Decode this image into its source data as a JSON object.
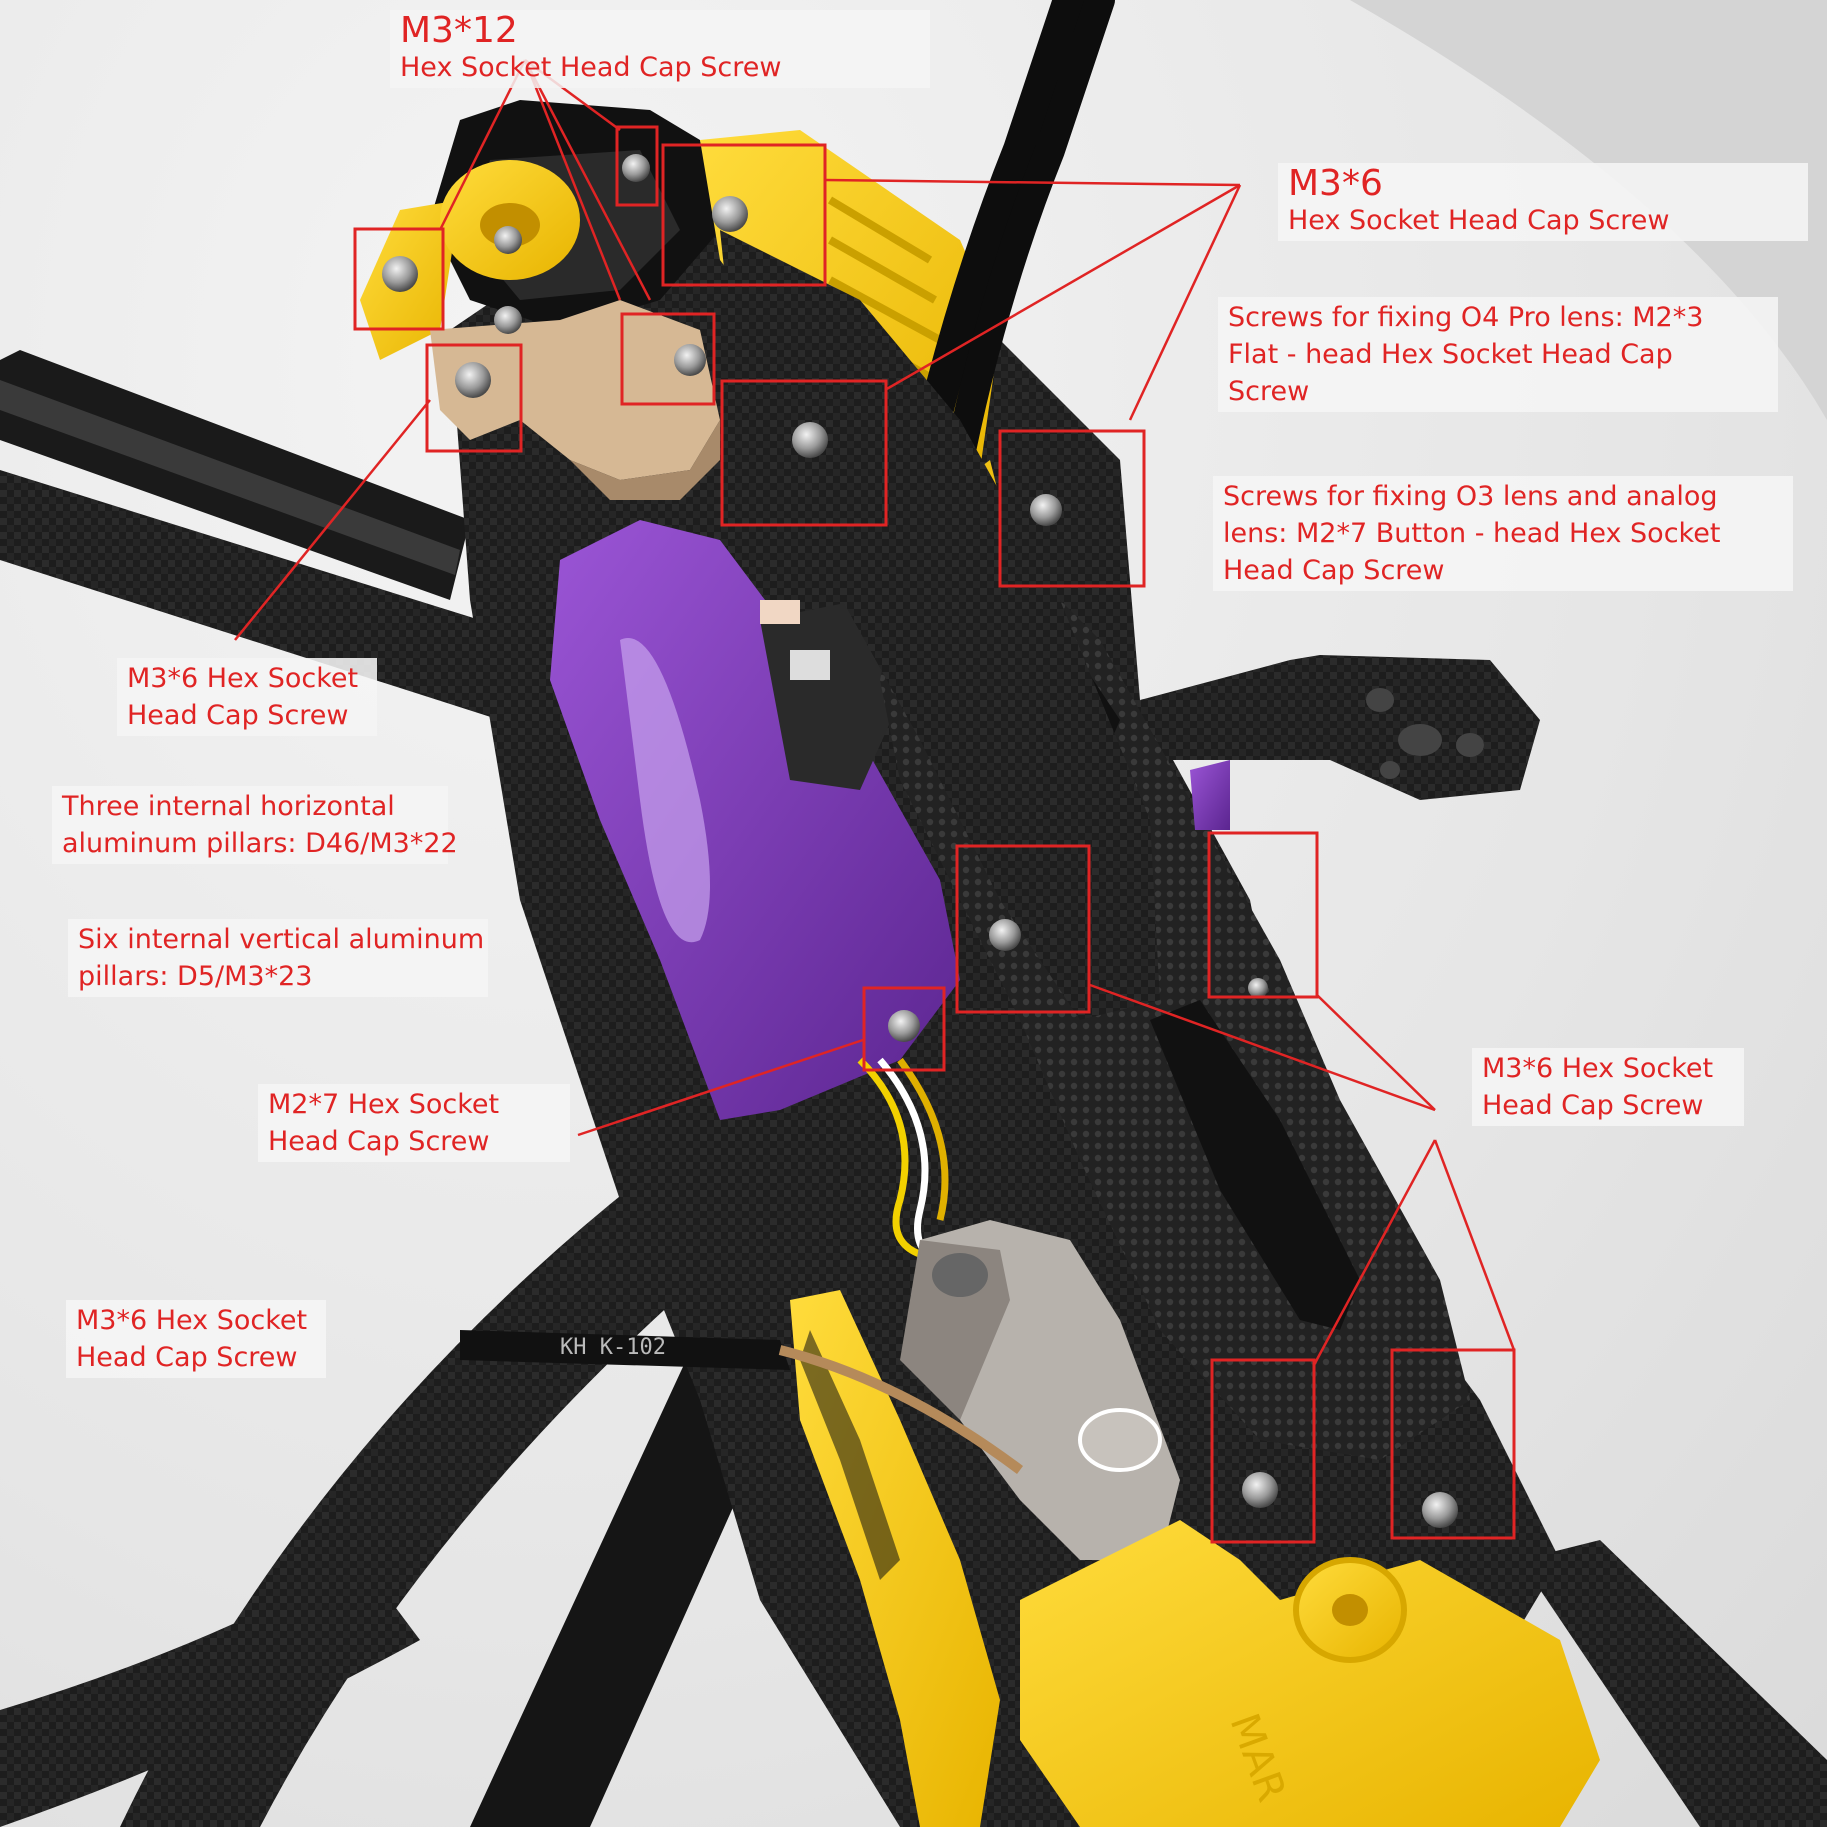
{
  "callouts": {
    "m3x12": {
      "size": "M3*12",
      "rest": "Hex Socket Head Cap Screw"
    },
    "m3x6_top": {
      "size": "M3*6",
      "rest": "Hex Socket Head Cap Screw"
    },
    "o4_lens": {
      "lines": [
        "Screws for fixing O4 Pro lens: M2*3",
        "Flat - head Hex Socket Head Cap",
        "Screw"
      ]
    },
    "o3_lens": {
      "lines": [
        "Screws for fixing O3 lens and analog",
        "lens: M2*7 Button - head Hex Socket",
        "Head Cap Screw"
      ]
    },
    "m3x6_left": {
      "lines": [
        "M3*6 Hex Socket",
        "Head Cap Screw"
      ]
    },
    "horizontal_pillars": {
      "lines": [
        "Three internal horizontal",
        "aluminum pillars: D46/M3*22"
      ]
    },
    "vertical_pillars": {
      "lines": [
        "Six internal vertical aluminum",
        "pillars: D5/M3*23"
      ]
    },
    "m2x7": {
      "lines": [
        "M2*7 Hex Socket",
        "Head Cap Screw"
      ]
    },
    "m3x6_right": {
      "lines": [
        "M3*6 Hex Socket",
        "Head Cap Screw"
      ]
    },
    "m3x6_bottom_left": {
      "lines": [
        "M3*6 Hex Socket",
        "Head Cap Screw"
      ]
    }
  },
  "colors": {
    "annotation": "#e02424",
    "carbon": "#1c1c1c",
    "yellow_tpu": "#f7cc1e",
    "purple_case": "#7a3ab0",
    "gold_plate": "#d6b894",
    "label_bg": "#f5f5f5"
  },
  "printed_marks": {
    "antenna_text": "KH K-102",
    "mount_text": "MAR"
  }
}
